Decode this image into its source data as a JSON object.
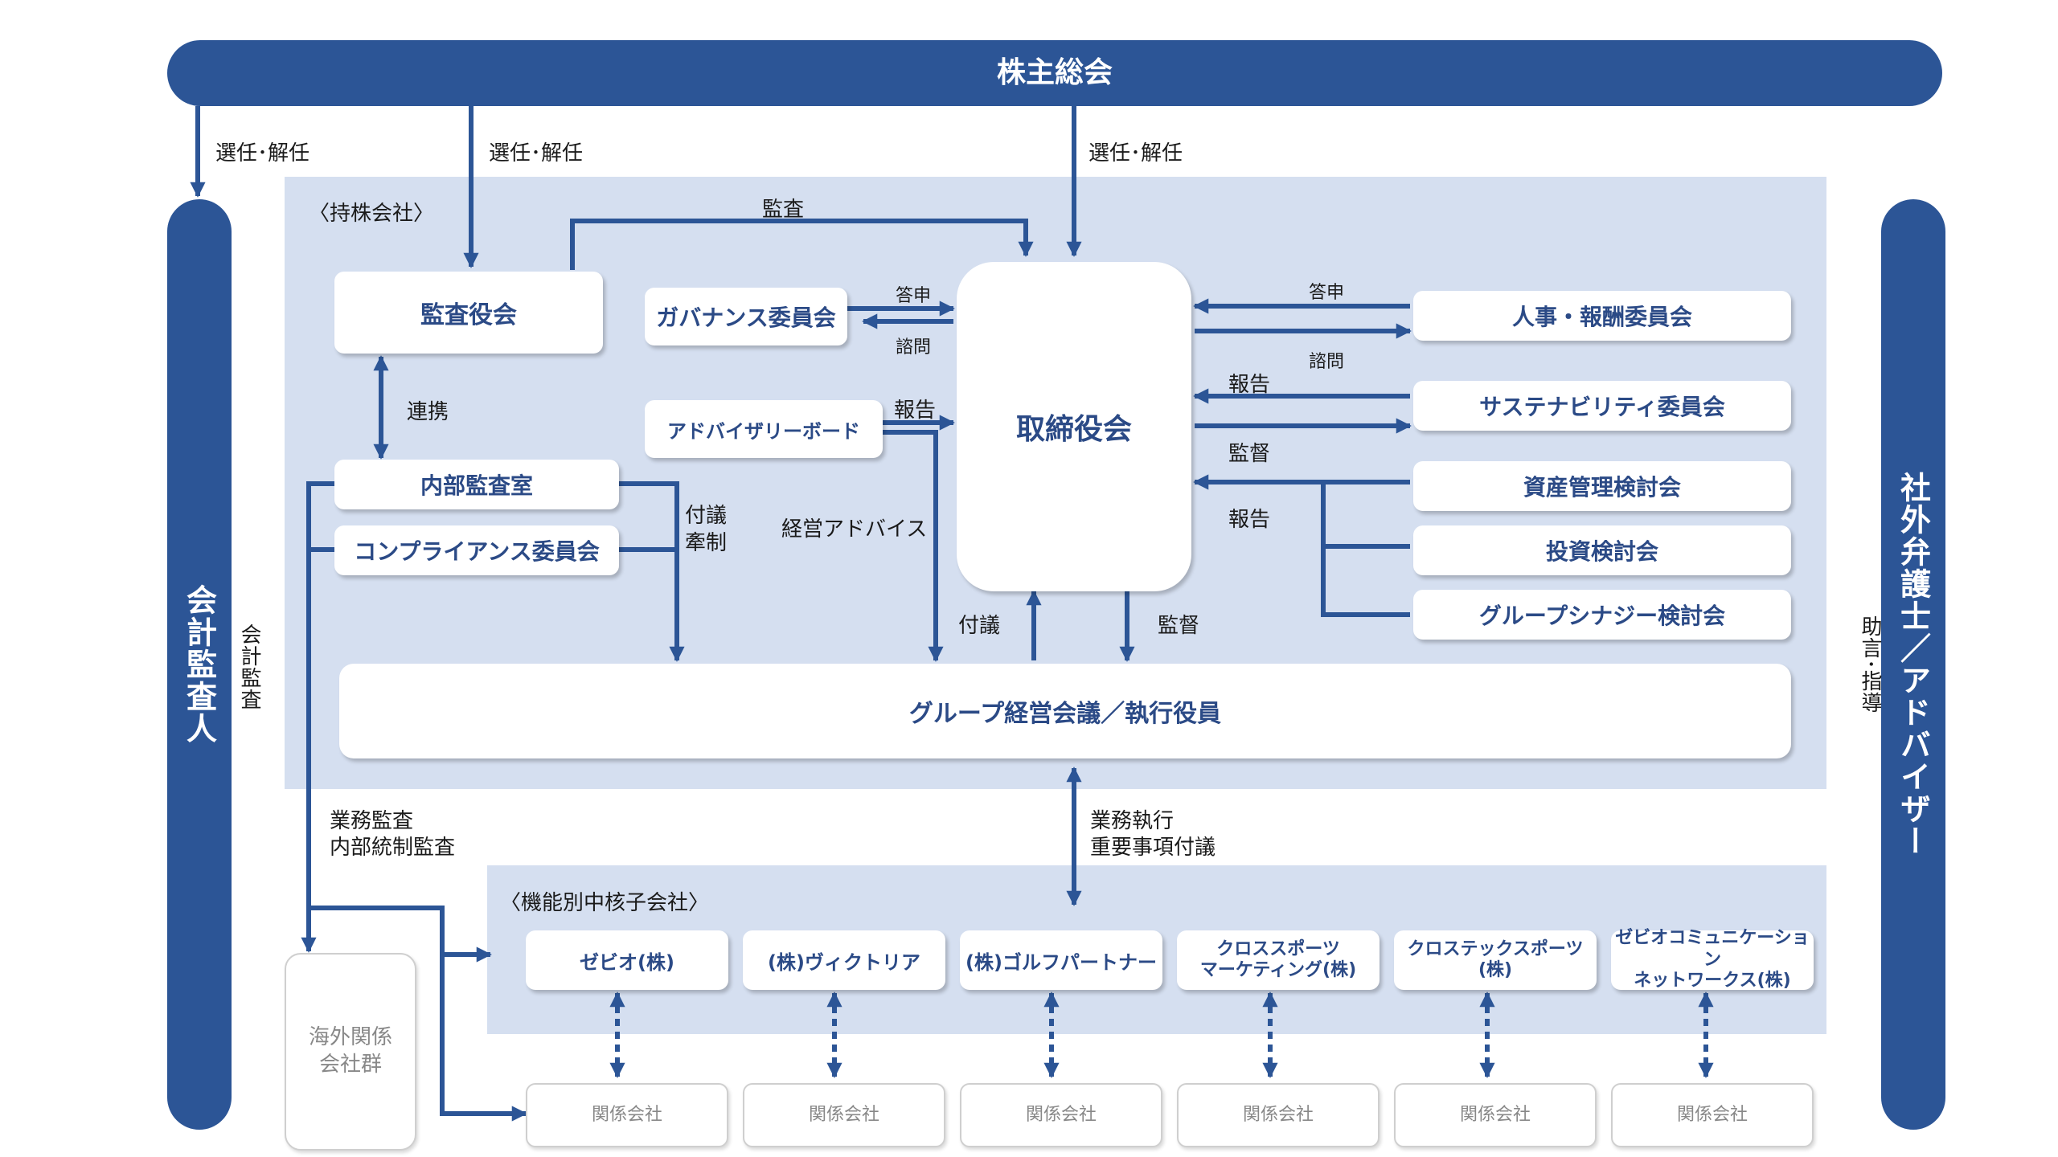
{
  "shareholders_meeting": "株主総会",
  "accounting_auditor": "会計監査人",
  "outside_advisors": "社外弁護士／アドバイザー",
  "holding_panel_title": "〈持株会社〉",
  "core_panel_title": "〈機能別中核子会社〉",
  "audit_board": "監査役会",
  "governance_committee": "ガバナンス委員会",
  "advisory_board": "アドバイザリーボード",
  "board_of_directors": "取締役会",
  "internal_audit": "内部監査室",
  "compliance_committee": "コンプライアンス委員会",
  "hr_committee": "人事・報酬委員会",
  "sustainability_committee": "サステナビリティ委員会",
  "asset_mgmt": "資産管理検討会",
  "investment": "投資検討会",
  "group_synergy": "グループシナジー検討会",
  "group_mgmt": "グループ経営会議／執行役員",
  "overseas": "海外関係\n会社群",
  "core_companies": [
    "ゼビオ(株)",
    "(株)ヴィクトリア",
    "(株)ゴルフパートナー",
    "クロススポーツ\nマーケティング(株)",
    "クロステックスポーツ(株)",
    "ゼビオコミュニケーション\nネットワークス(株)"
  ],
  "affiliate_label": "関係会社",
  "labels": {
    "elect1": "選任･解任",
    "elect2": "選任･解任",
    "elect3": "選任･解任",
    "audit": "監査",
    "toushin1": "答申",
    "shimon1": "諮問",
    "toushin2": "答申",
    "shimon2": "諮問",
    "report1": "報告",
    "report2": "報告",
    "report3": "報告",
    "supervise1": "監督",
    "supervise2": "監督",
    "renkei": "連携",
    "fugi_kensei": "付議\n牽制",
    "mgmt_advice": "経営アドバイス",
    "fugi": "付議",
    "accounting_audit": "会計監査",
    "advice_guidance": "助言･指導",
    "business_audit": "業務監査\n内部統制監査",
    "business_exec": "業務執行\n重要事項付議"
  },
  "colors": {
    "brand": "#2c5596",
    "panel": "#d5dff0"
  }
}
